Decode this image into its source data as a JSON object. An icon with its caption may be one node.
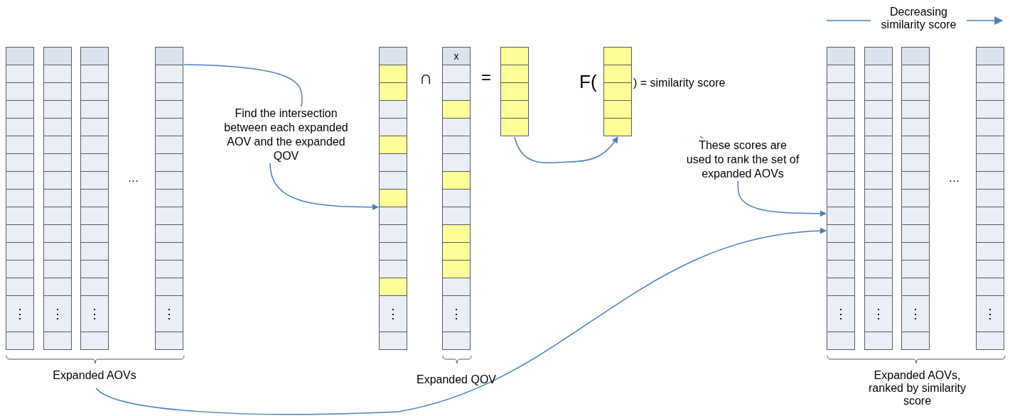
{
  "diagram": {
    "nodes": [
      {
        "text": [
          "Expanded AOVs"
        ]
      },
      {
        "text": [
          "⋮"
        ],
        "in": 0
      },
      {
        "text": [
          "⋮"
        ],
        "in": 0
      },
      {
        "text": [
          "⋮"
        ],
        "in": 0
      },
      {
        "text": [
          "⋮"
        ],
        "in": 0
      },
      {
        "text": [
          "⋮"
        ]
      },
      {
        "text": [
          "x",
          "⋮"
        ],
        "beside": [
          "Expanded QOV"
        ]
      },
      {
        "text": [],
        "shape": "bar"
      },
      {
        "text": [
          "F(",
          ") = similarity score"
        ]
      },
      {
        "text": [],
        "shape": "bar",
        "in": 8
      },
      {
        "text": [
          "Expanded AOVs, ranked by similarity score"
        ]
      },
      {
        "text": [
          "⋮"
        ],
        "in": 10
      },
      {
        "text": [
          "⋮"
        ],
        "in": 10
      },
      {
        "text": [
          "⋮"
        ],
        "in": 10
      },
      {
        "text": [
          "⋮"
        ],
        "in": 10
      }
    ],
    "edges": [
      {
        "from": 0,
        "to": 5,
        "arrow": "to",
        "label": "Find the intersection between each expanded AOV and the expanded QOV"
      },
      {
        "from": 7,
        "to": 9,
        "arrow": "to"
      },
      {
        "from": 8,
        "to": 10,
        "arrow": "to",
        "label": "These scores are used to rank the set of expanded AOVs"
      },
      {
        "from": 0,
        "to": 10,
        "arrow": "to"
      }
    ],
    "labels": [
      "Decreasing similarity score",
      "…",
      "∩",
      "=",
      "…"
    ]
  }
}
